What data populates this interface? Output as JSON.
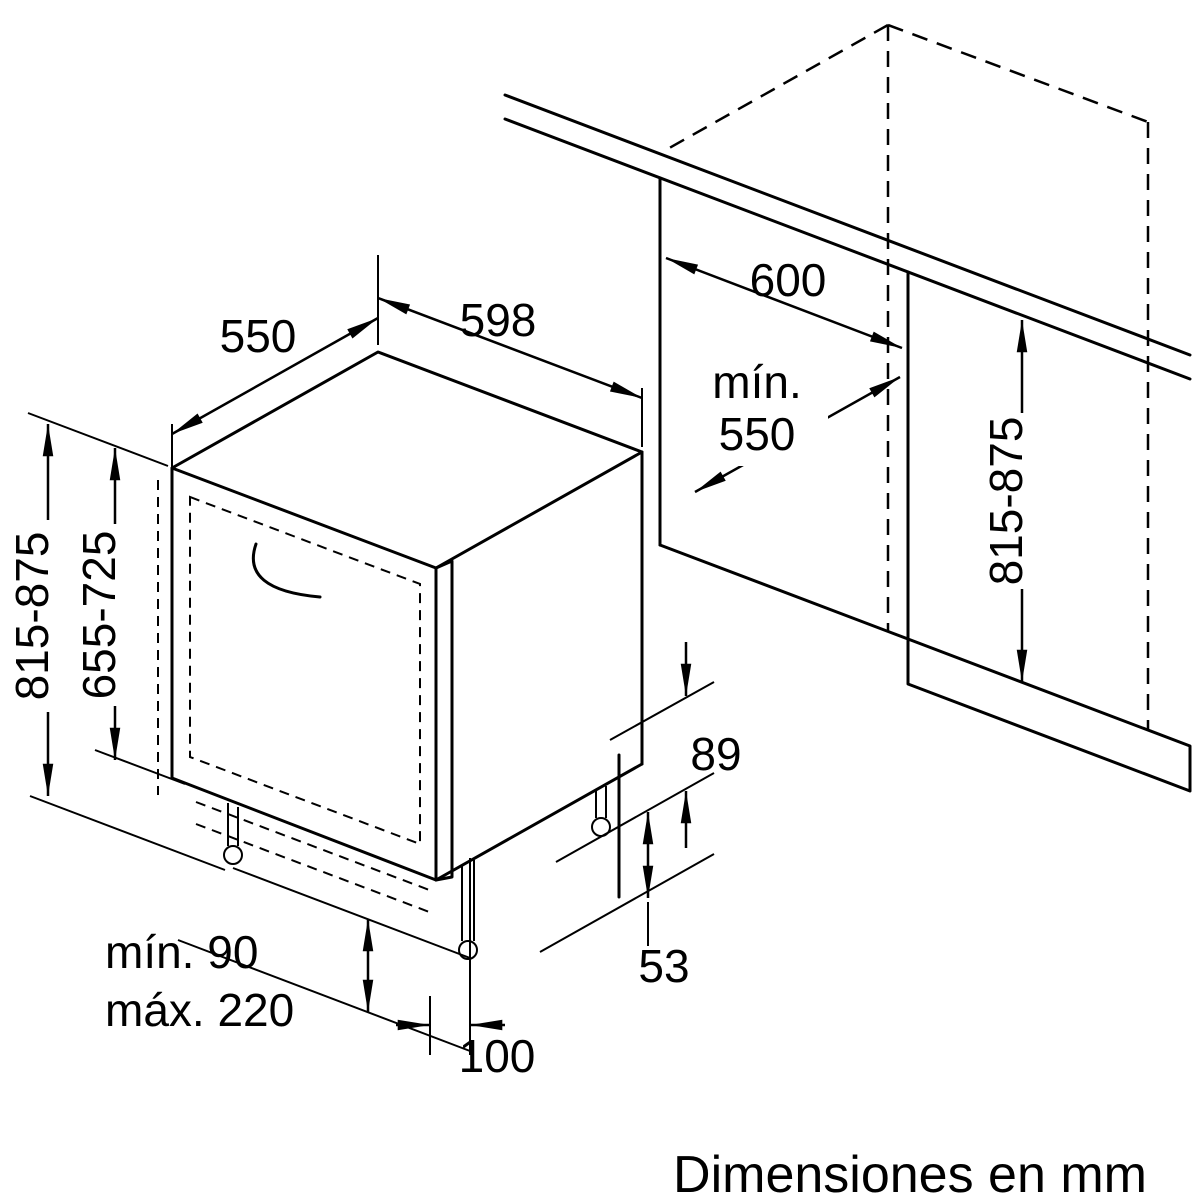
{
  "colors": {
    "line": "#000000",
    "background": "#ffffff"
  },
  "caption": "Dimensiones en mm",
  "labels": {
    "appliance_depth": "550",
    "appliance_width": "598",
    "niche_width": "600",
    "niche_depth_prefix": "mín.",
    "niche_depth_value": "550",
    "niche_height": "815-875",
    "appliance_height": "815-875",
    "door_panel_height": "655-725",
    "rear_clearance": "89",
    "rear_foot_offset": "53",
    "plinth_min": "mín. 90",
    "plinth_max": "máx. 220",
    "front_foot_offset": "100"
  }
}
